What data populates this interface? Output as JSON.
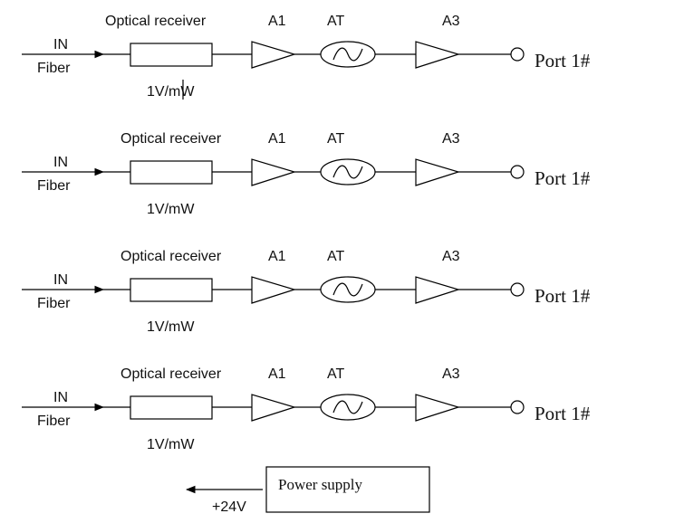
{
  "chains": [
    {
      "input_label": "IN",
      "medium_label": "Fiber",
      "receiver_label": "Optical receiver",
      "sensitivity": "1V/mW",
      "amp1_label": "A1",
      "attenuator_label": "AT",
      "amp3_label": "A3",
      "port_label": "Port 1#"
    },
    {
      "input_label": "IN",
      "medium_label": "Fiber",
      "receiver_label": "Optical receiver",
      "sensitivity": "1V/mW",
      "amp1_label": "A1",
      "attenuator_label": "AT",
      "amp3_label": "A3",
      "port_label": "Port 1#"
    },
    {
      "input_label": "IN",
      "medium_label": "Fiber",
      "receiver_label": "Optical receiver",
      "sensitivity": "1V/mW",
      "amp1_label": "A1",
      "attenuator_label": "AT",
      "amp3_label": "A3",
      "port_label": "Port 1#"
    },
    {
      "input_label": "IN",
      "medium_label": "Fiber",
      "receiver_label": "Optical receiver",
      "sensitivity": "1V/mW",
      "amp1_label": "A1",
      "attenuator_label": "AT",
      "amp3_label": "A3",
      "port_label": "Port 1#"
    }
  ],
  "power_supply": {
    "label": "Power supply",
    "voltage": "+24V"
  }
}
